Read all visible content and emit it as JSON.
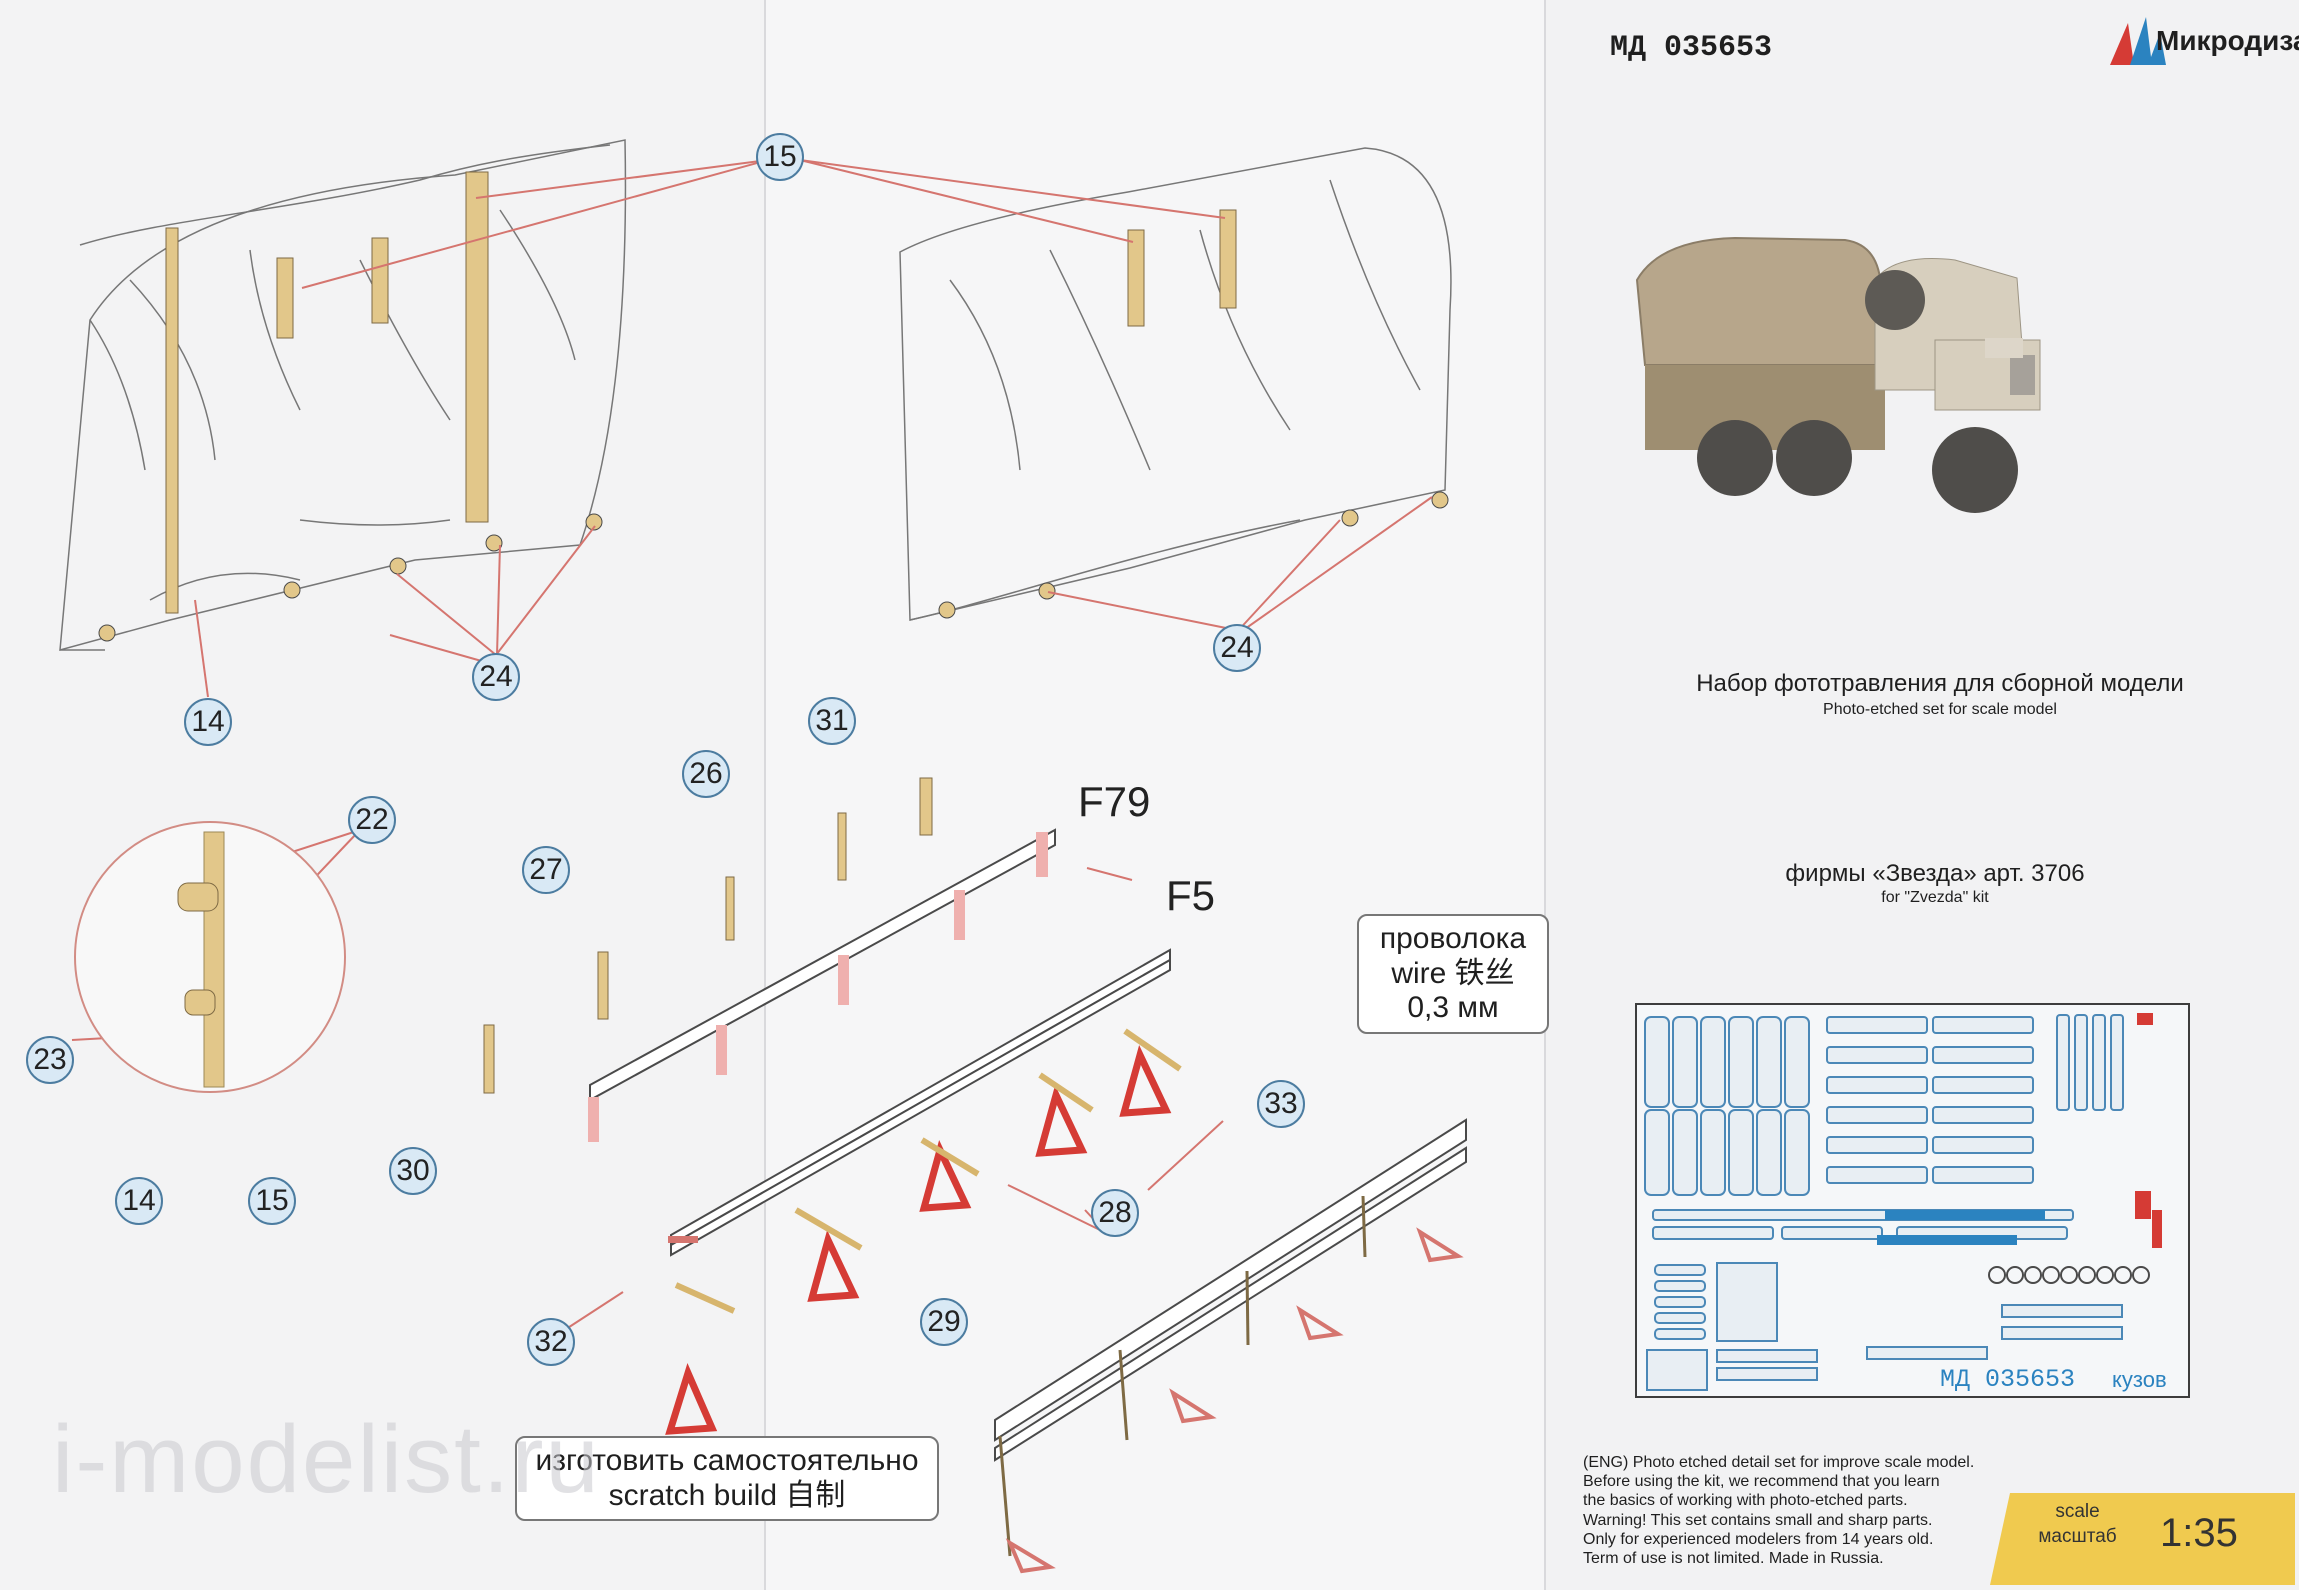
{
  "header": {
    "code": "МД 035653",
    "brand": "Микродизайн"
  },
  "callouts": {
    "c15": "15",
    "c24a": "24",
    "c24b": "24",
    "c14": "14",
    "c22": "22",
    "c23": "23",
    "c14b": "14",
    "c15b": "15",
    "c31": "31",
    "c26": "26",
    "c27": "27",
    "c30": "30",
    "c33": "33",
    "c28": "28",
    "c29": "29",
    "c32": "32"
  },
  "labels": {
    "f79": "F79",
    "f5": "F5",
    "wire_ru": "проволока",
    "wire_en": "wire",
    "wire_cn": "铁丝",
    "wire_size": "0,3 мм",
    "scratch_ru": "изготовить самостоятельно",
    "scratch_en": "scratch build",
    "scratch_cn": "自制"
  },
  "right_panel": {
    "title_ru": "Набор фототравления для сборной модели",
    "title_en": "Photo-etched set for scale model",
    "kit_ru": "фирмы «Звезда» арт. 3706",
    "kit_en": "for \"Zvezda\" kit",
    "sheet_code": "МД 035653",
    "sheet_label": "кузов",
    "warning_eng": "(ENG) Photo etched detail set for improve scale model.",
    "warning_line2": "Before using the kit, we recommend that you learn",
    "warning_line3": "the basics of working with photo-etched parts.",
    "warning_line4": "Warning! This set contains small and sharp parts.",
    "warning_line5": "Only for experienced modelers from 14 years old.",
    "warning_line6": "Term of use is not limited. Made in Russia.",
    "scale_label_en": "scale",
    "scale_label_ru": "масштаб",
    "scale_value": "1:35"
  },
  "watermark": "i-modelist.ru",
  "colors": {
    "callout_fill": "#d9e9f5",
    "callout_border": "#4c7ca0",
    "arrow_red": "#d5756f",
    "etch_brass": "#e2c78a",
    "rail_pink": "#efb0ae",
    "etch_blue": "#4b88b7",
    "scale_yellow": "#f0ca4f"
  }
}
